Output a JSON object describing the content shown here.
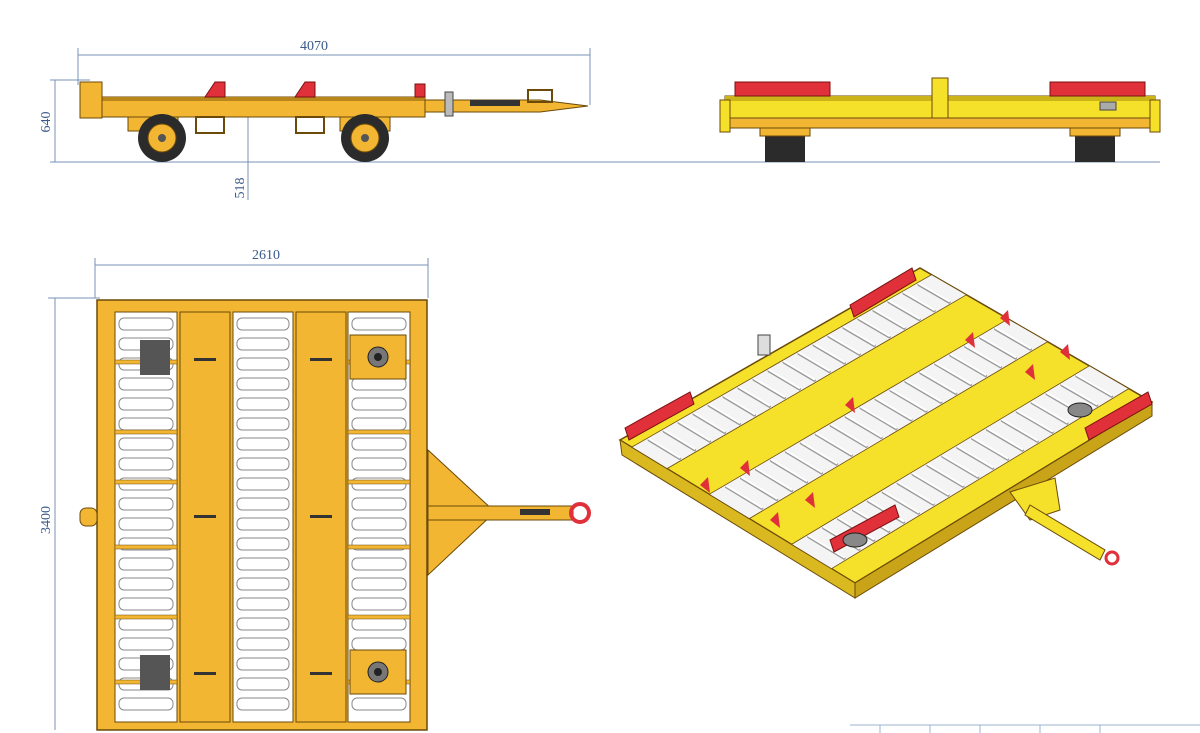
{
  "dimensions": {
    "overall_length": "4070",
    "overall_height": "640",
    "deck_height": "518",
    "width": "2610",
    "plan_length": "3400"
  },
  "views": {
    "side": "side-elevation",
    "front": "front-elevation",
    "plan": "top-plan",
    "iso": "isometric"
  },
  "colors": {
    "frame": "#f2b632",
    "frame_dark": "#b8861a",
    "frame_outline": "#6b4a0a",
    "stop_red": "#e0303a",
    "roller": "#ffffff",
    "roller_outline": "#7d7d7d",
    "wheel": "#2b2b2b",
    "dimension_line": "#7a93b5",
    "iso_frame": "#f5e02a"
  }
}
